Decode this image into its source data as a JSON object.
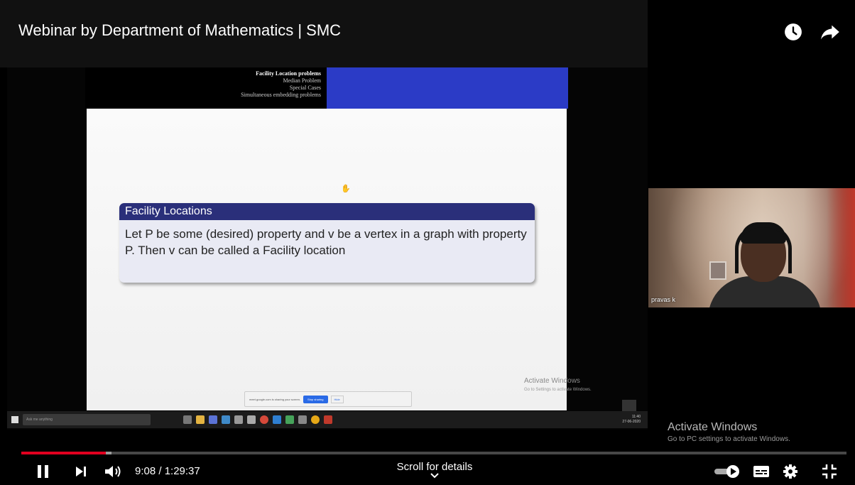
{
  "video": {
    "title": "Webinar by Department of Mathematics | SMC"
  },
  "slide": {
    "nav": [
      "Facility Location problems",
      "Median Problem",
      "Special Cases",
      "Simultaneous embedding problems"
    ],
    "block_title": "Facility Locations",
    "block_text": "Let P be some (desired) property and v be a vertex in a graph with property P. Then v can be called a Facility location"
  },
  "shared_screen": {
    "activate_title": "Activate Windows",
    "activate_sub": "Go to Settings to activate Windows.",
    "share_notice": "meet.google.com is sharing your screen.",
    "stop_label": "Stop sharing",
    "hide_label": "Hide",
    "taskbar_search": "Ask me anything",
    "clock_time": "11:40",
    "clock_date": "27-06-2020"
  },
  "participant": {
    "name": "pravas k"
  },
  "overlay": {
    "activate_title": "Activate Windows",
    "activate_sub": "Go to PC settings to activate Windows."
  },
  "player": {
    "current_time": "9:08",
    "duration": "1:29:37",
    "time_display": "9:08 / 1:29:37",
    "scroll_label": "Scroll for details",
    "progress_fraction": 0.102,
    "buffer_fraction": 0.109,
    "accent_color": "#e1001f"
  },
  "icons": {
    "watch_later": "clock-icon",
    "share": "share-icon",
    "play_pause": "pause-icon",
    "next": "next-icon",
    "volume": "volume-icon",
    "autoplay": "autoplay-toggle-icon",
    "captions": "captions-icon",
    "settings": "gear-icon",
    "fullscreen_exit": "exit-fullscreen-icon"
  }
}
